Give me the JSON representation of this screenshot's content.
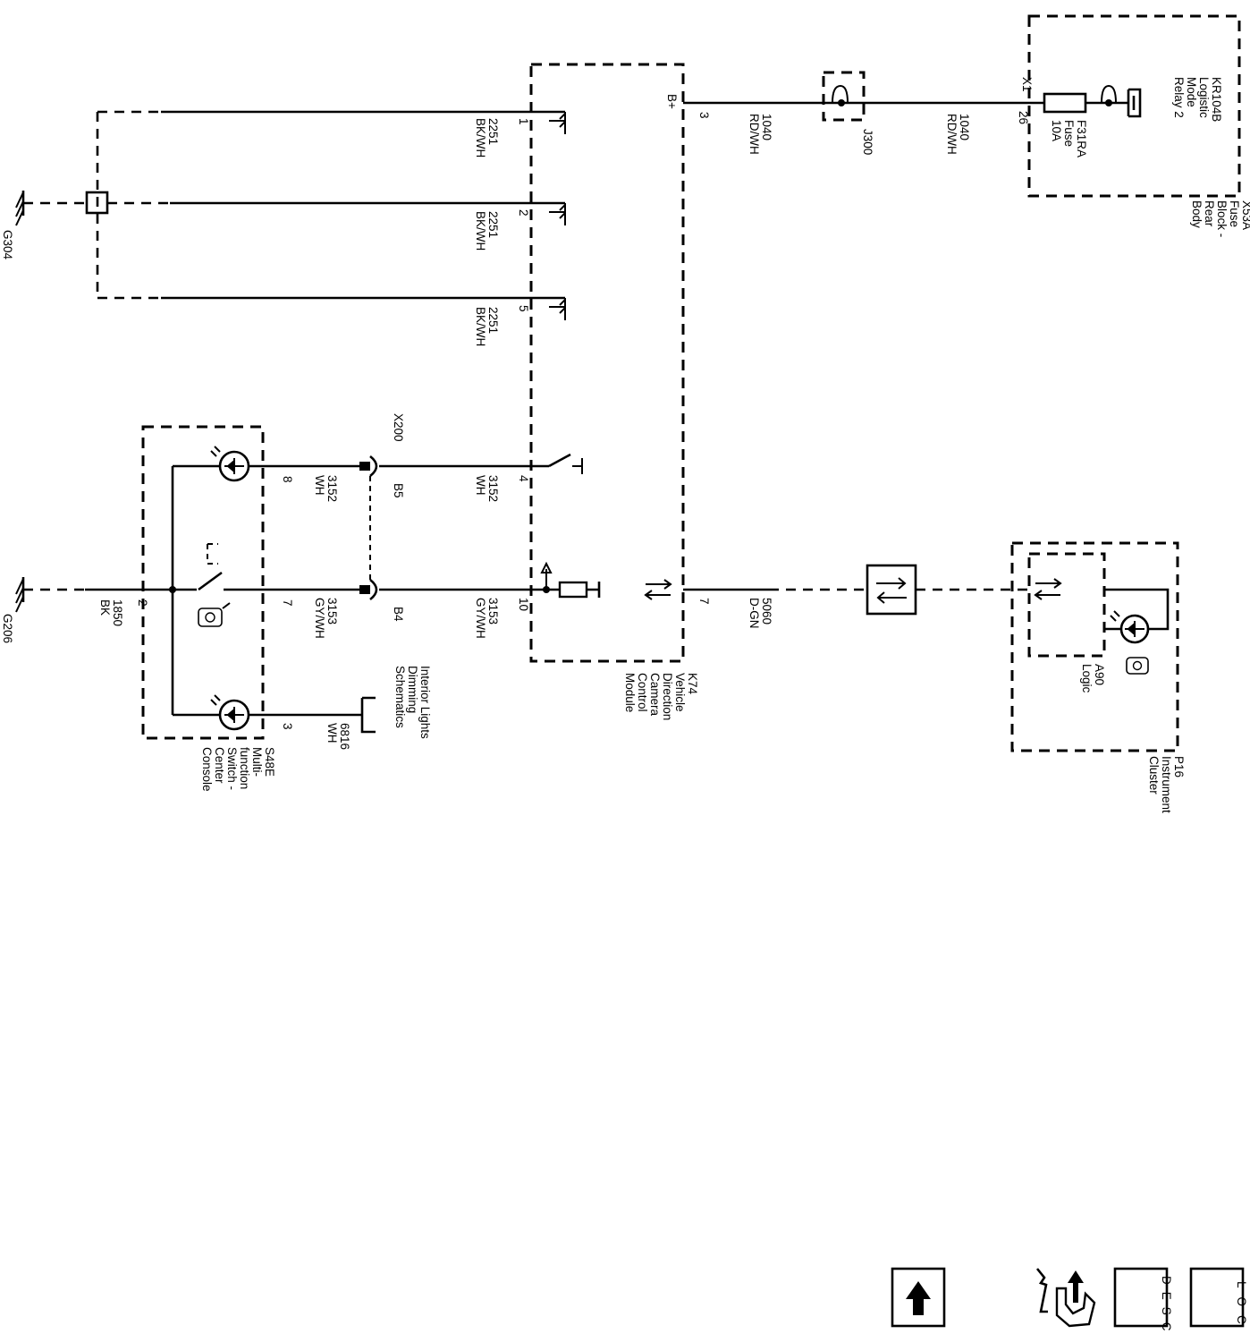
{
  "grounds": {
    "g304": "G304",
    "g206": "G206"
  },
  "k74": {
    "label": [
      "K74",
      "Vehicle",
      "Direction",
      "Camera",
      "Control",
      "Module"
    ],
    "bplus": "B+",
    "pin3": "3",
    "pin1": "1",
    "pin2": "2",
    "pin5": "5",
    "pin4": "4",
    "pin10": "10",
    "pin7": "7"
  },
  "circuits": {
    "c1040_a": [
      "1040",
      "RD/WH"
    ],
    "c1040_b": [
      "1040",
      "RD/WH"
    ],
    "c2251_1": [
      "2251",
      "BK/WH"
    ],
    "c2251_2": [
      "2251",
      "BK/WH"
    ],
    "c2251_5": [
      "2251",
      "BK/WH"
    ],
    "c3152_k": [
      "3152",
      "WH"
    ],
    "c3152_s": [
      "3152",
      "WH"
    ],
    "c3153_k": [
      "3153",
      "GY/WH"
    ],
    "c3153_s": [
      "3153",
      "GY/WH"
    ],
    "c1850": [
      "1850",
      "BK"
    ],
    "c6816": [
      "6816",
      "WH"
    ],
    "c5060": [
      "5060",
      "D-GN"
    ]
  },
  "splice_j300": "J300",
  "x200": {
    "name": "X200",
    "b5": "B5",
    "b4": "B4"
  },
  "fuse_block": {
    "label": [
      "X53A",
      "Fuse",
      "Block -",
      "Rear",
      "Body"
    ],
    "x1": "X1",
    "pin26": "26",
    "relay": [
      "KR104B",
      "Logistic",
      "Mode",
      "Relay 2"
    ],
    "fuse": [
      "F31RA",
      "Fuse",
      "10A"
    ]
  },
  "s48e": {
    "label": [
      "S48E",
      "Multi-",
      "function",
      "Switch -",
      "Center",
      "Console"
    ],
    "pin8": "8",
    "pin7": "7",
    "pin3": "3",
    "pin2": "2"
  },
  "interior_lights": [
    "Interior Lights",
    "Dimming",
    "Schematics"
  ],
  "p16": {
    "label": [
      "P16",
      "Instrument",
      "Cluster"
    ],
    "logic": [
      "A90",
      "Logic"
    ]
  },
  "nav": {
    "loc": "LOC",
    "desc": "DESC",
    "connector_icon": "connector-end-view-icon",
    "up_icon": "up-arrow-icon"
  }
}
